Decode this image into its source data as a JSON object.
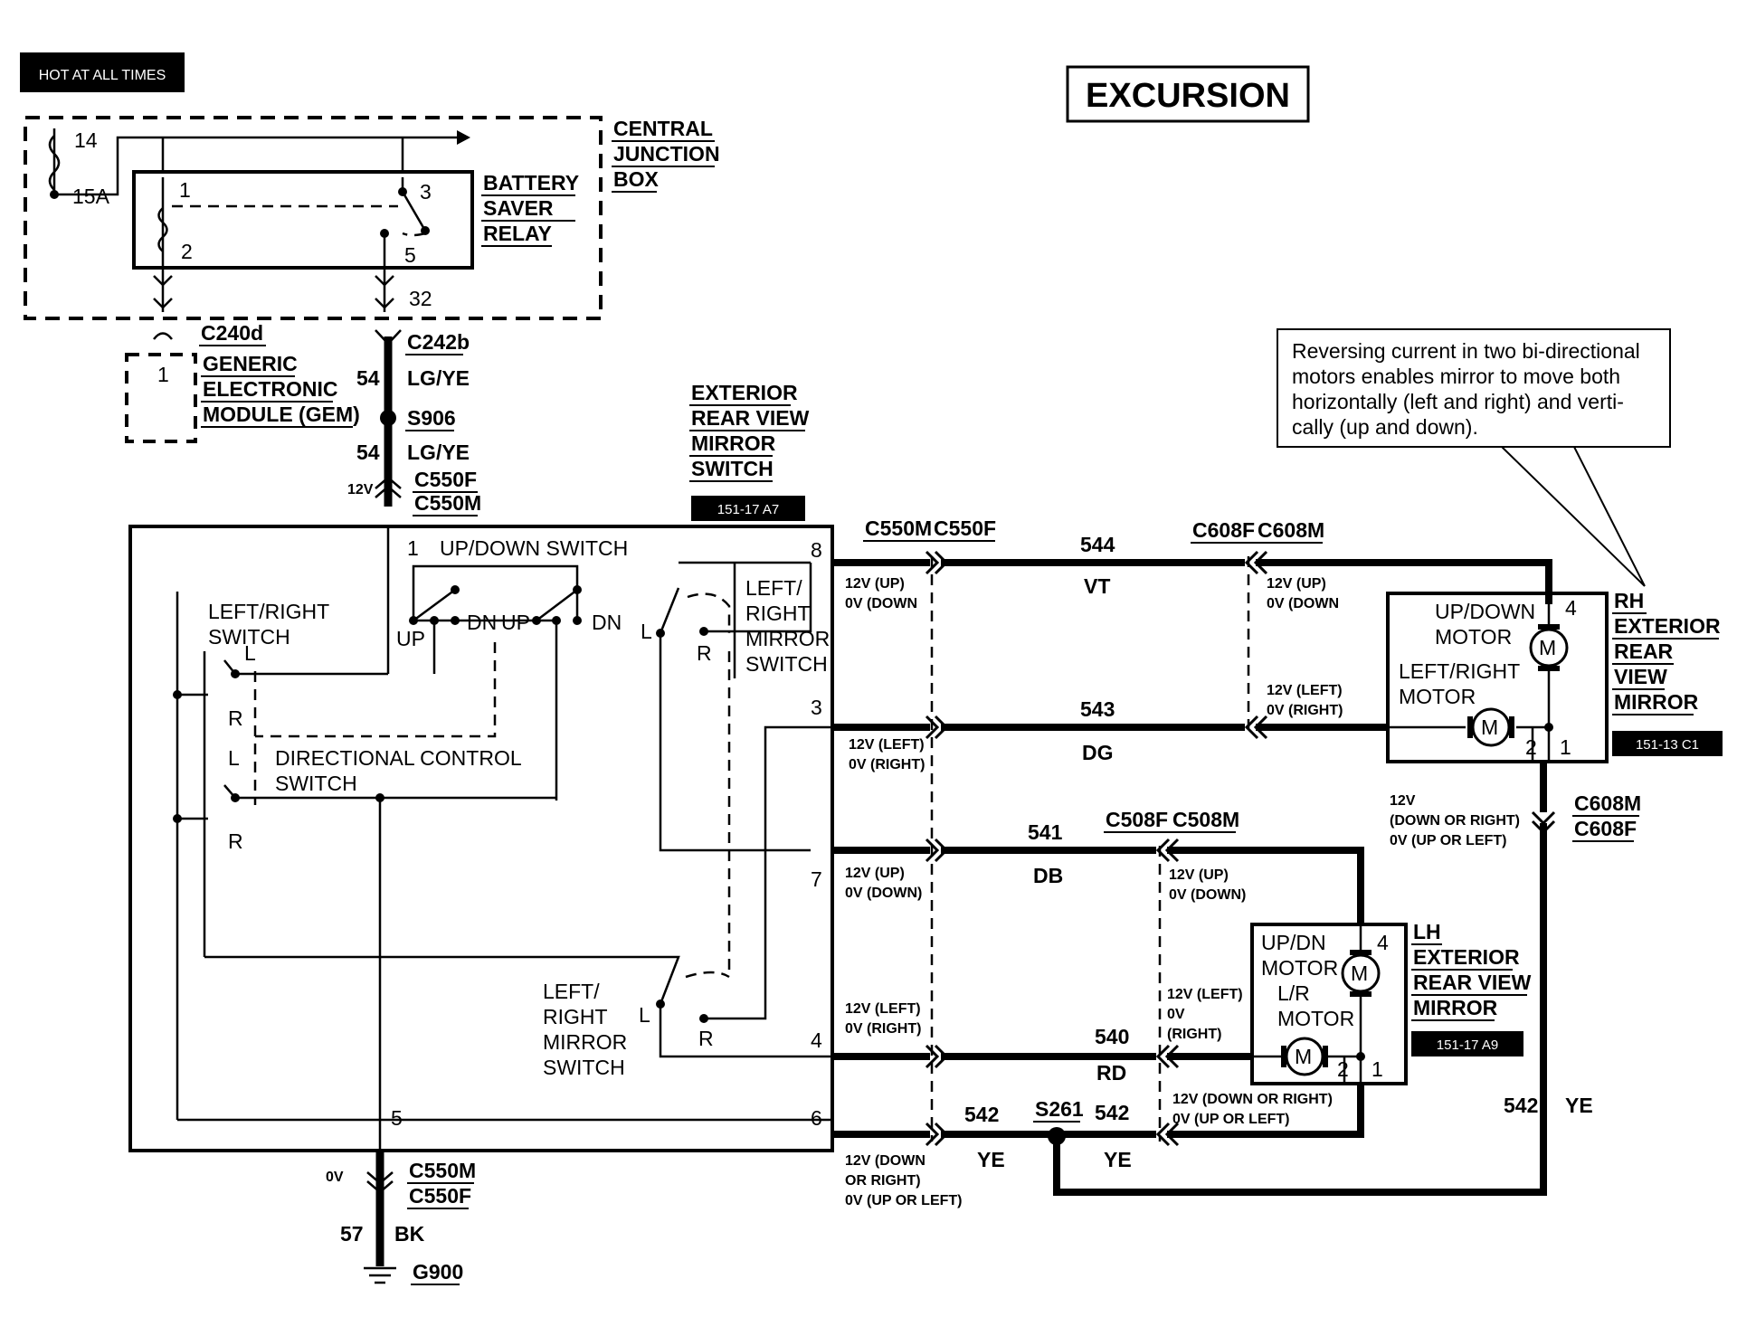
{
  "header": {
    "hot_at_all_times": "HOT AT ALL TIMES",
    "title": "EXCURSION"
  },
  "junction_box": {
    "name_lines": [
      "CENTRAL",
      "JUNCTION",
      "BOX"
    ],
    "fuse_terminal": "14",
    "fuse_rating": "15A",
    "relay_name_lines": [
      "BATTERY",
      "SAVER",
      "RELAY"
    ],
    "relay_pins": [
      "1",
      "2",
      "3",
      "5"
    ],
    "output_terminal": "32"
  },
  "gem": {
    "connector": "C240d",
    "pin": "1",
    "name_lines": [
      "GENERIC",
      "ELECTRONIC",
      "MODULE (GEM)"
    ]
  },
  "feed": {
    "connector_top": "C242b",
    "circuit_1": "54",
    "color_1": "LG/YE",
    "splice": "S906",
    "circuit_2": "54",
    "color_2": "LG/YE",
    "voltage": "12V",
    "connector_mid_1": "C550F",
    "connector_mid_2": "C550M"
  },
  "switch_assembly": {
    "name_lines": [
      "EXTERIOR",
      "REAR VIEW",
      "MIRROR",
      "SWITCH"
    ],
    "ref": "151-17 A7",
    "pin_1": "1",
    "up_down_switch": "UP/DOWN SWITCH",
    "up": "UP",
    "dn": "DN",
    "left_right_switch_lines": [
      "LEFT/RIGHT",
      "SWITCH"
    ],
    "l": "L",
    "r": "R",
    "directional_lines": [
      "DIRECTIONAL CONTROL",
      "SWITCH"
    ],
    "mirror_switch_lines": [
      "LEFT/",
      "RIGHT",
      "MIRROR",
      "SWITCH"
    ],
    "pins": {
      "p8": "8",
      "p3": "3",
      "p7": "7",
      "p4": "4",
      "p6": "6",
      "p5": "5"
    }
  },
  "ground": {
    "voltage": "0V",
    "connector_1": "C550M",
    "connector_2": "C550F",
    "circuit": "57",
    "color": "BK",
    "ground_id": "G900"
  },
  "harness": {
    "conn_left_m": "C550M",
    "conn_left_f": "C550F",
    "conn_rh_f": "C608F",
    "conn_rh_m": "C608M",
    "conn_lh_f": "C508F",
    "conn_lh_m": "C508M",
    "wires": [
      {
        "circuit": "544",
        "color": "VT"
      },
      {
        "circuit": "543",
        "color": "DG"
      },
      {
        "circuit": "541",
        "color": "DB"
      },
      {
        "circuit": "540",
        "color": "RD"
      },
      {
        "circuit": "542",
        "color": "YE"
      }
    ],
    "splice": "S261",
    "v_up_down_1": [
      "12V (UP)",
      "0V (DOWN"
    ],
    "v_left_right_1": [
      "12V (LEFT)",
      "0V (RIGHT)"
    ],
    "v_up_down_2": [
      "12V (UP)",
      "0V (DOWN)"
    ],
    "v_left_right_2": [
      "12V (LEFT)",
      "0V (RIGHT)"
    ],
    "v_common": [
      "12V (DOWN",
      "OR RIGHT)",
      "0V (UP OR LEFT)"
    ],
    "rh_v_up": [
      "12V (UP)",
      "0V (DOWN"
    ],
    "rh_v_left": [
      "12V (LEFT)",
      "0V  (RIGHT)"
    ],
    "lh_v_up": [
      "12V (UP)",
      "0V  (DOWN)"
    ],
    "lh_v_left": [
      "12V (LEFT)",
      "0V",
      "(RIGHT)"
    ],
    "lh_v_common": [
      "12V (DOWN OR RIGHT)",
      "0V  (UP OR LEFT)"
    ],
    "rh_v_common": [
      "12V",
      "(DOWN OR RIGHT)",
      "0V (UP OR LEFT)"
    ],
    "rh_conn_lower_1": "C608M",
    "rh_conn_lower_2": "C608F"
  },
  "rh_mirror": {
    "name_lines": [
      "RH",
      "EXTERIOR",
      "REAR",
      "VIEW",
      "MIRROR"
    ],
    "ref": "151-13 C1",
    "up_down_motor_lines": [
      "UP/DOWN",
      "MOTOR"
    ],
    "left_right_motor_lines": [
      "LEFT/RIGHT",
      "MOTOR"
    ],
    "motor_symbol": "M",
    "pins": [
      "4",
      "2",
      "1"
    ]
  },
  "lh_mirror": {
    "name_lines": [
      "LH",
      "EXTERIOR",
      "REAR VIEW",
      "MIRROR"
    ],
    "ref": "151-17 A9",
    "up_down_motor_lines": [
      "UP/DN",
      "MOTOR"
    ],
    "left_right_motor_lines": [
      "L/R",
      "MOTOR"
    ],
    "motor_symbol": "M",
    "pins": [
      "4",
      "2",
      "1"
    ]
  },
  "note": {
    "lines": [
      "Reversing current in two bi-directional",
      "motors enables mirror to move both",
      "horizontally (left and right) and verti-",
      "cally (up and down)."
    ]
  }
}
